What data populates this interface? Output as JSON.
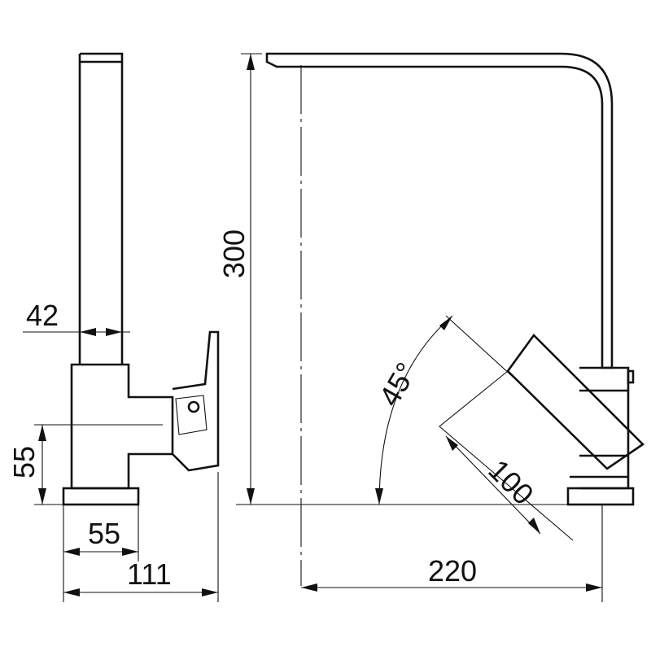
{
  "drawing": {
    "dimensions": {
      "side_height_spout": "42",
      "side_lever_height": "55",
      "side_base_width": "55",
      "side_total_width": "111",
      "front_height": "300",
      "front_reach": "220",
      "lever_rotation": "45°",
      "lever_length": "100"
    },
    "colors": {
      "line": "#111111",
      "background": "#ffffff"
    }
  }
}
